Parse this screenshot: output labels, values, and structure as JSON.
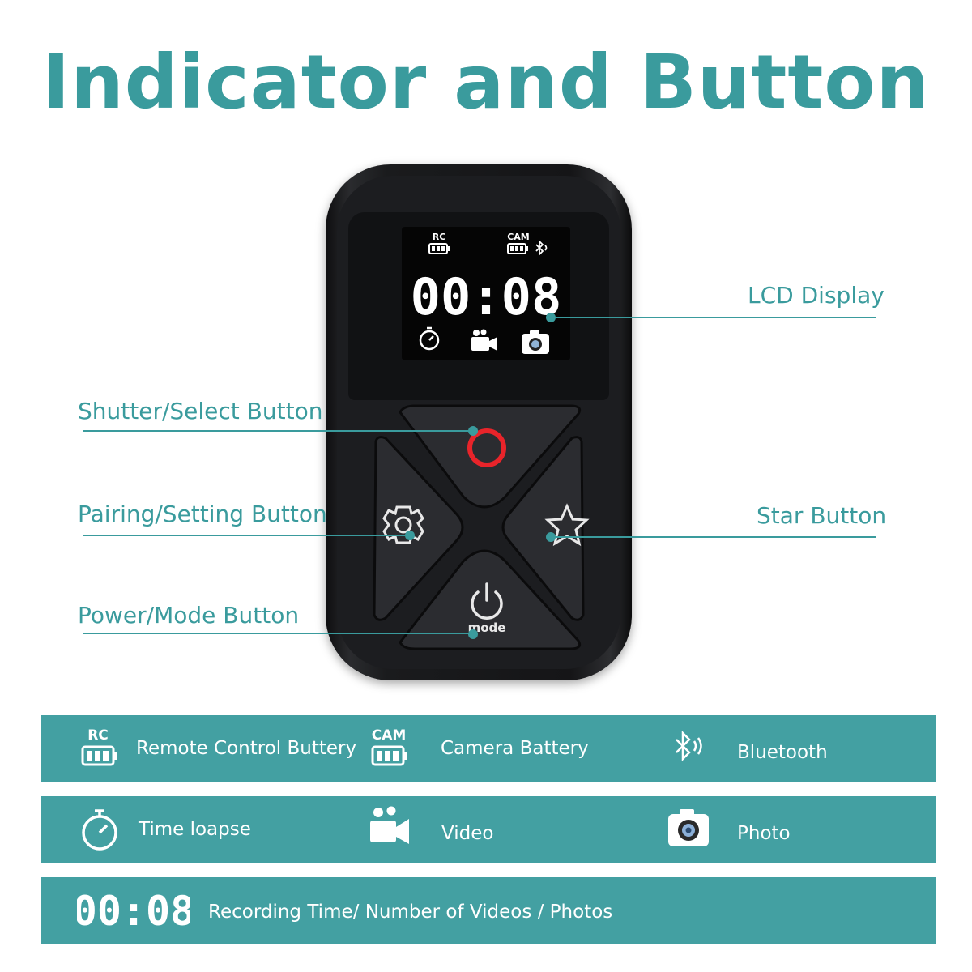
{
  "title": "Indicator and Button",
  "callouts": {
    "lcd": "LCD Display",
    "shutter": "Shutter/Select Button",
    "pairing": "Pairing/Setting Button",
    "star": "Star Button",
    "power": "Power/Mode Button"
  },
  "device_screen": {
    "rc_label": "RC",
    "cam_label": "CAM",
    "time": "00:08",
    "mode_label": "mode"
  },
  "legend": {
    "row1": [
      {
        "icon_label": "RC",
        "icon": "battery-icon",
        "text": "Remote Control Buttery"
      },
      {
        "icon_label": "CAM",
        "icon": "battery-icon",
        "text": "Camera Battery"
      },
      {
        "icon": "bluetooth-icon",
        "text": "Bluetooth"
      }
    ],
    "row2": [
      {
        "icon": "stopwatch-icon",
        "text": "Time loapse"
      },
      {
        "icon": "video-camera-icon",
        "text": "Video"
      },
      {
        "icon": "photo-camera-icon",
        "text": "Photo"
      }
    ],
    "row3": [
      {
        "icon_label": "00:08",
        "icon": "digital-time-icon",
        "text": "Recording Time/ Number of  Videos / Photos"
      }
    ]
  },
  "colors": {
    "accent": "#3a9b9d",
    "bar": "#43a0a2",
    "shutter_ring": "#e8242a"
  }
}
